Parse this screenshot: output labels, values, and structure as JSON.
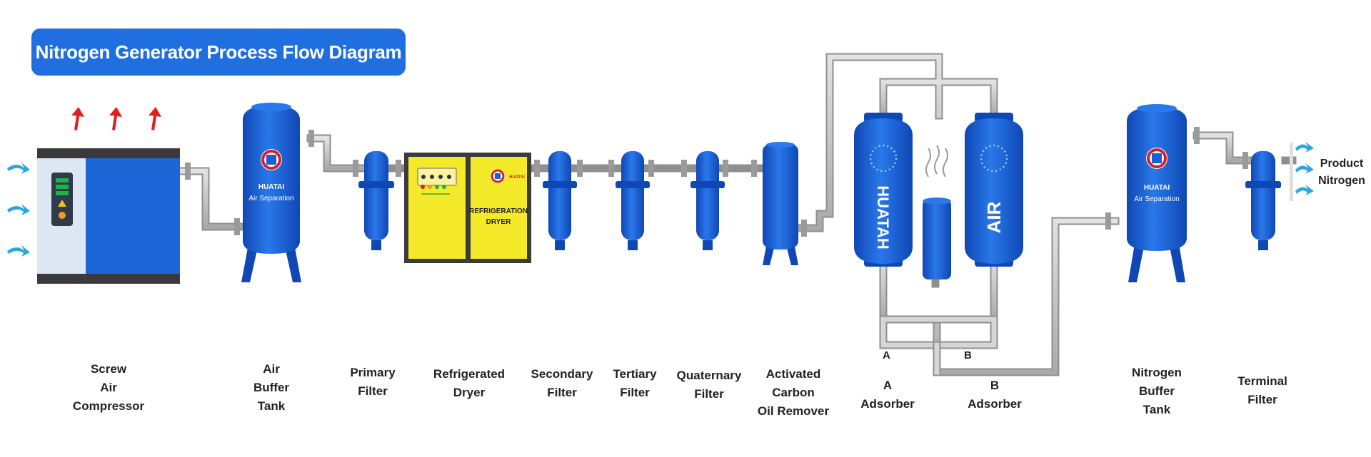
{
  "title": "Nitrogen Generator Process Flow Diagram",
  "components": {
    "screw_air_compressor": [
      "Screw",
      "Air",
      "Compressor"
    ],
    "air_buffer_tank": [
      "Air",
      "Buffer",
      "Tank"
    ],
    "primary_filter": [
      "Primary",
      "Filter"
    ],
    "refrigerated_dryer": [
      "Refrigerated",
      "Dryer"
    ],
    "secondary_filter": [
      "Secondary",
      "Filter"
    ],
    "tertiary_filter": [
      "Tertiary",
      "Filter"
    ],
    "quaternary_filter": [
      "Quaternary",
      "Filter"
    ],
    "activated_carbon": [
      "Activated",
      "Carbon",
      "Oil Remover"
    ],
    "adsorber_a": [
      "A",
      "Adsorber"
    ],
    "adsorber_b": [
      "B",
      "Adsorber"
    ],
    "nitrogen_buffer_tank": [
      "Nitrogen",
      "Buffer",
      "Tank"
    ],
    "terminal_filter": [
      "Terminal",
      "Filter"
    ]
  },
  "tank_brand": [
    "HUATAI",
    "Air Separation"
  ],
  "dryer_panel": {
    "brand": "HUATAI",
    "label": [
      "REFRIGERATION",
      "DRYER"
    ]
  },
  "adsorber_text": {
    "left": "HUATAH",
    "right": "AIR"
  },
  "pipe_labels": {
    "a": "A",
    "b": "B"
  },
  "product": [
    "Product",
    "Nitrogen"
  ],
  "colors": {
    "title_bg": "#1f6fe0",
    "vessel_blue": "#1a5fd6",
    "dryer_yellow": "#f4ea2a",
    "pipe_gray": "#c8c8c8",
    "inlet_arrow": "#2aa6e0",
    "heat_arrow": "#e02020",
    "logo_red": "#d41f26"
  }
}
